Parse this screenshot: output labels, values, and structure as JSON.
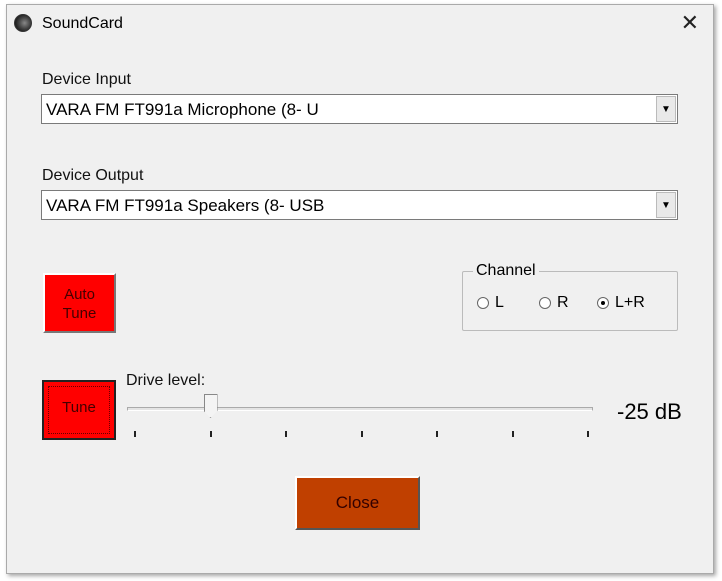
{
  "window": {
    "title": "SoundCard",
    "close_icon": "close-icon",
    "app_icon": "speaker-icon"
  },
  "device_input": {
    "label": "Device Input",
    "value": "VARA FM FT991a Microphone (8- U"
  },
  "device_output": {
    "label": "Device Output",
    "value": "VARA FM FT991a Speakers (8- USB"
  },
  "auto_tune": {
    "line1": "Auto",
    "line2": "Tune"
  },
  "channel": {
    "label": "Channel",
    "options": [
      {
        "label": "L",
        "selected": false
      },
      {
        "label": "R",
        "selected": false
      },
      {
        "label": "L+R",
        "selected": true
      }
    ]
  },
  "tune": {
    "label": "Tune"
  },
  "drive": {
    "label": "Drive level:",
    "value_text": "-25 dB",
    "slider_fraction": 0.1667,
    "tick_count": 7
  },
  "close_button": {
    "label": "Close"
  },
  "colors": {
    "tune_red": "#ff0000",
    "close_orange": "#c04000"
  }
}
